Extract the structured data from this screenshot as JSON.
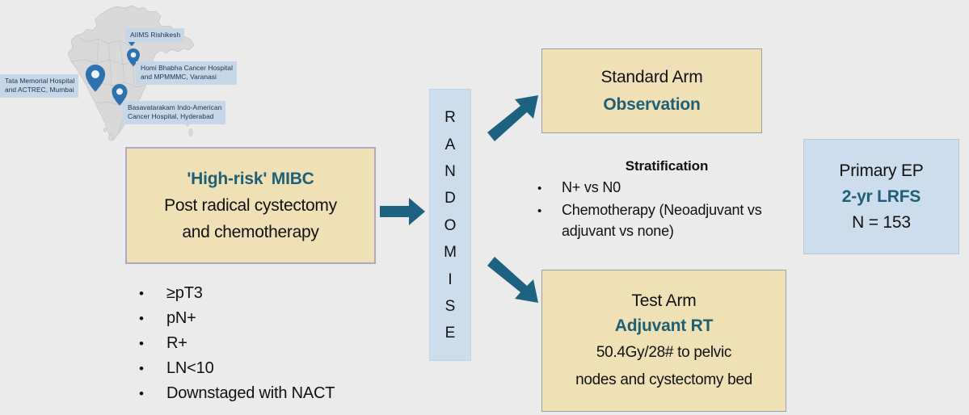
{
  "colors": {
    "background": "#ebebeb",
    "beige_fill": "#efe1b5",
    "blue_fill": "#ccdded",
    "teal_text": "#1f5f75",
    "arrow": "#1d6381",
    "map_pin": "#2e72b0",
    "map_land": "#d8d8d8",
    "mibc_border": "#b3a5c4"
  },
  "map": {
    "title": "india-trial-sites-map",
    "sites": [
      {
        "name": "AIIMS Rishikesh",
        "label": "AIIMS Rishikesh"
      },
      {
        "name": "Homi Bhabha Cancer Hospital and MPMMMC, Varanasi",
        "label": "Homi Bhabha Cancer Hospital\nand MPMMMC, Varanasi"
      },
      {
        "name": "Tata Memorial Hospital and ACTREC, Mumbai",
        "label": "Tata Memorial Hospital\nand ACTREC, Mumbai"
      },
      {
        "name": "Basavatarakam Indo-American Cancer Hospital, Hyderabad",
        "label": "Basavatarakam Indo-American\nCancer Hospital, Hyderabad"
      }
    ]
  },
  "eligibility": {
    "title": "'High-risk' MIBC",
    "line1": "Post radical cystectomy",
    "line2": "and chemotherapy",
    "criteria": [
      "≥pT3",
      "pN+",
      "R+",
      "LN<10",
      "Downstaged with NACT"
    ]
  },
  "randomise": {
    "label": "RANDOMISE",
    "letters": [
      "R",
      "A",
      "N",
      "D",
      "O",
      "M",
      "I",
      "S",
      "E"
    ]
  },
  "standard_arm": {
    "title": "Standard Arm",
    "treatment": "Observation"
  },
  "test_arm": {
    "title": "Test Arm",
    "treatment": "Adjuvant RT",
    "detail_line1": "50.4Gy/28# to pelvic",
    "detail_line2": "nodes and cystectomy bed"
  },
  "stratification": {
    "title": "Stratification",
    "factors": [
      "N+ vs N0",
      "Chemotherapy (Neoadjuvant vs adjuvant vs none)"
    ]
  },
  "primary_endpoint": {
    "title": "Primary EP",
    "metric": "2-yr LRFS",
    "sample_size": "N = 153"
  }
}
